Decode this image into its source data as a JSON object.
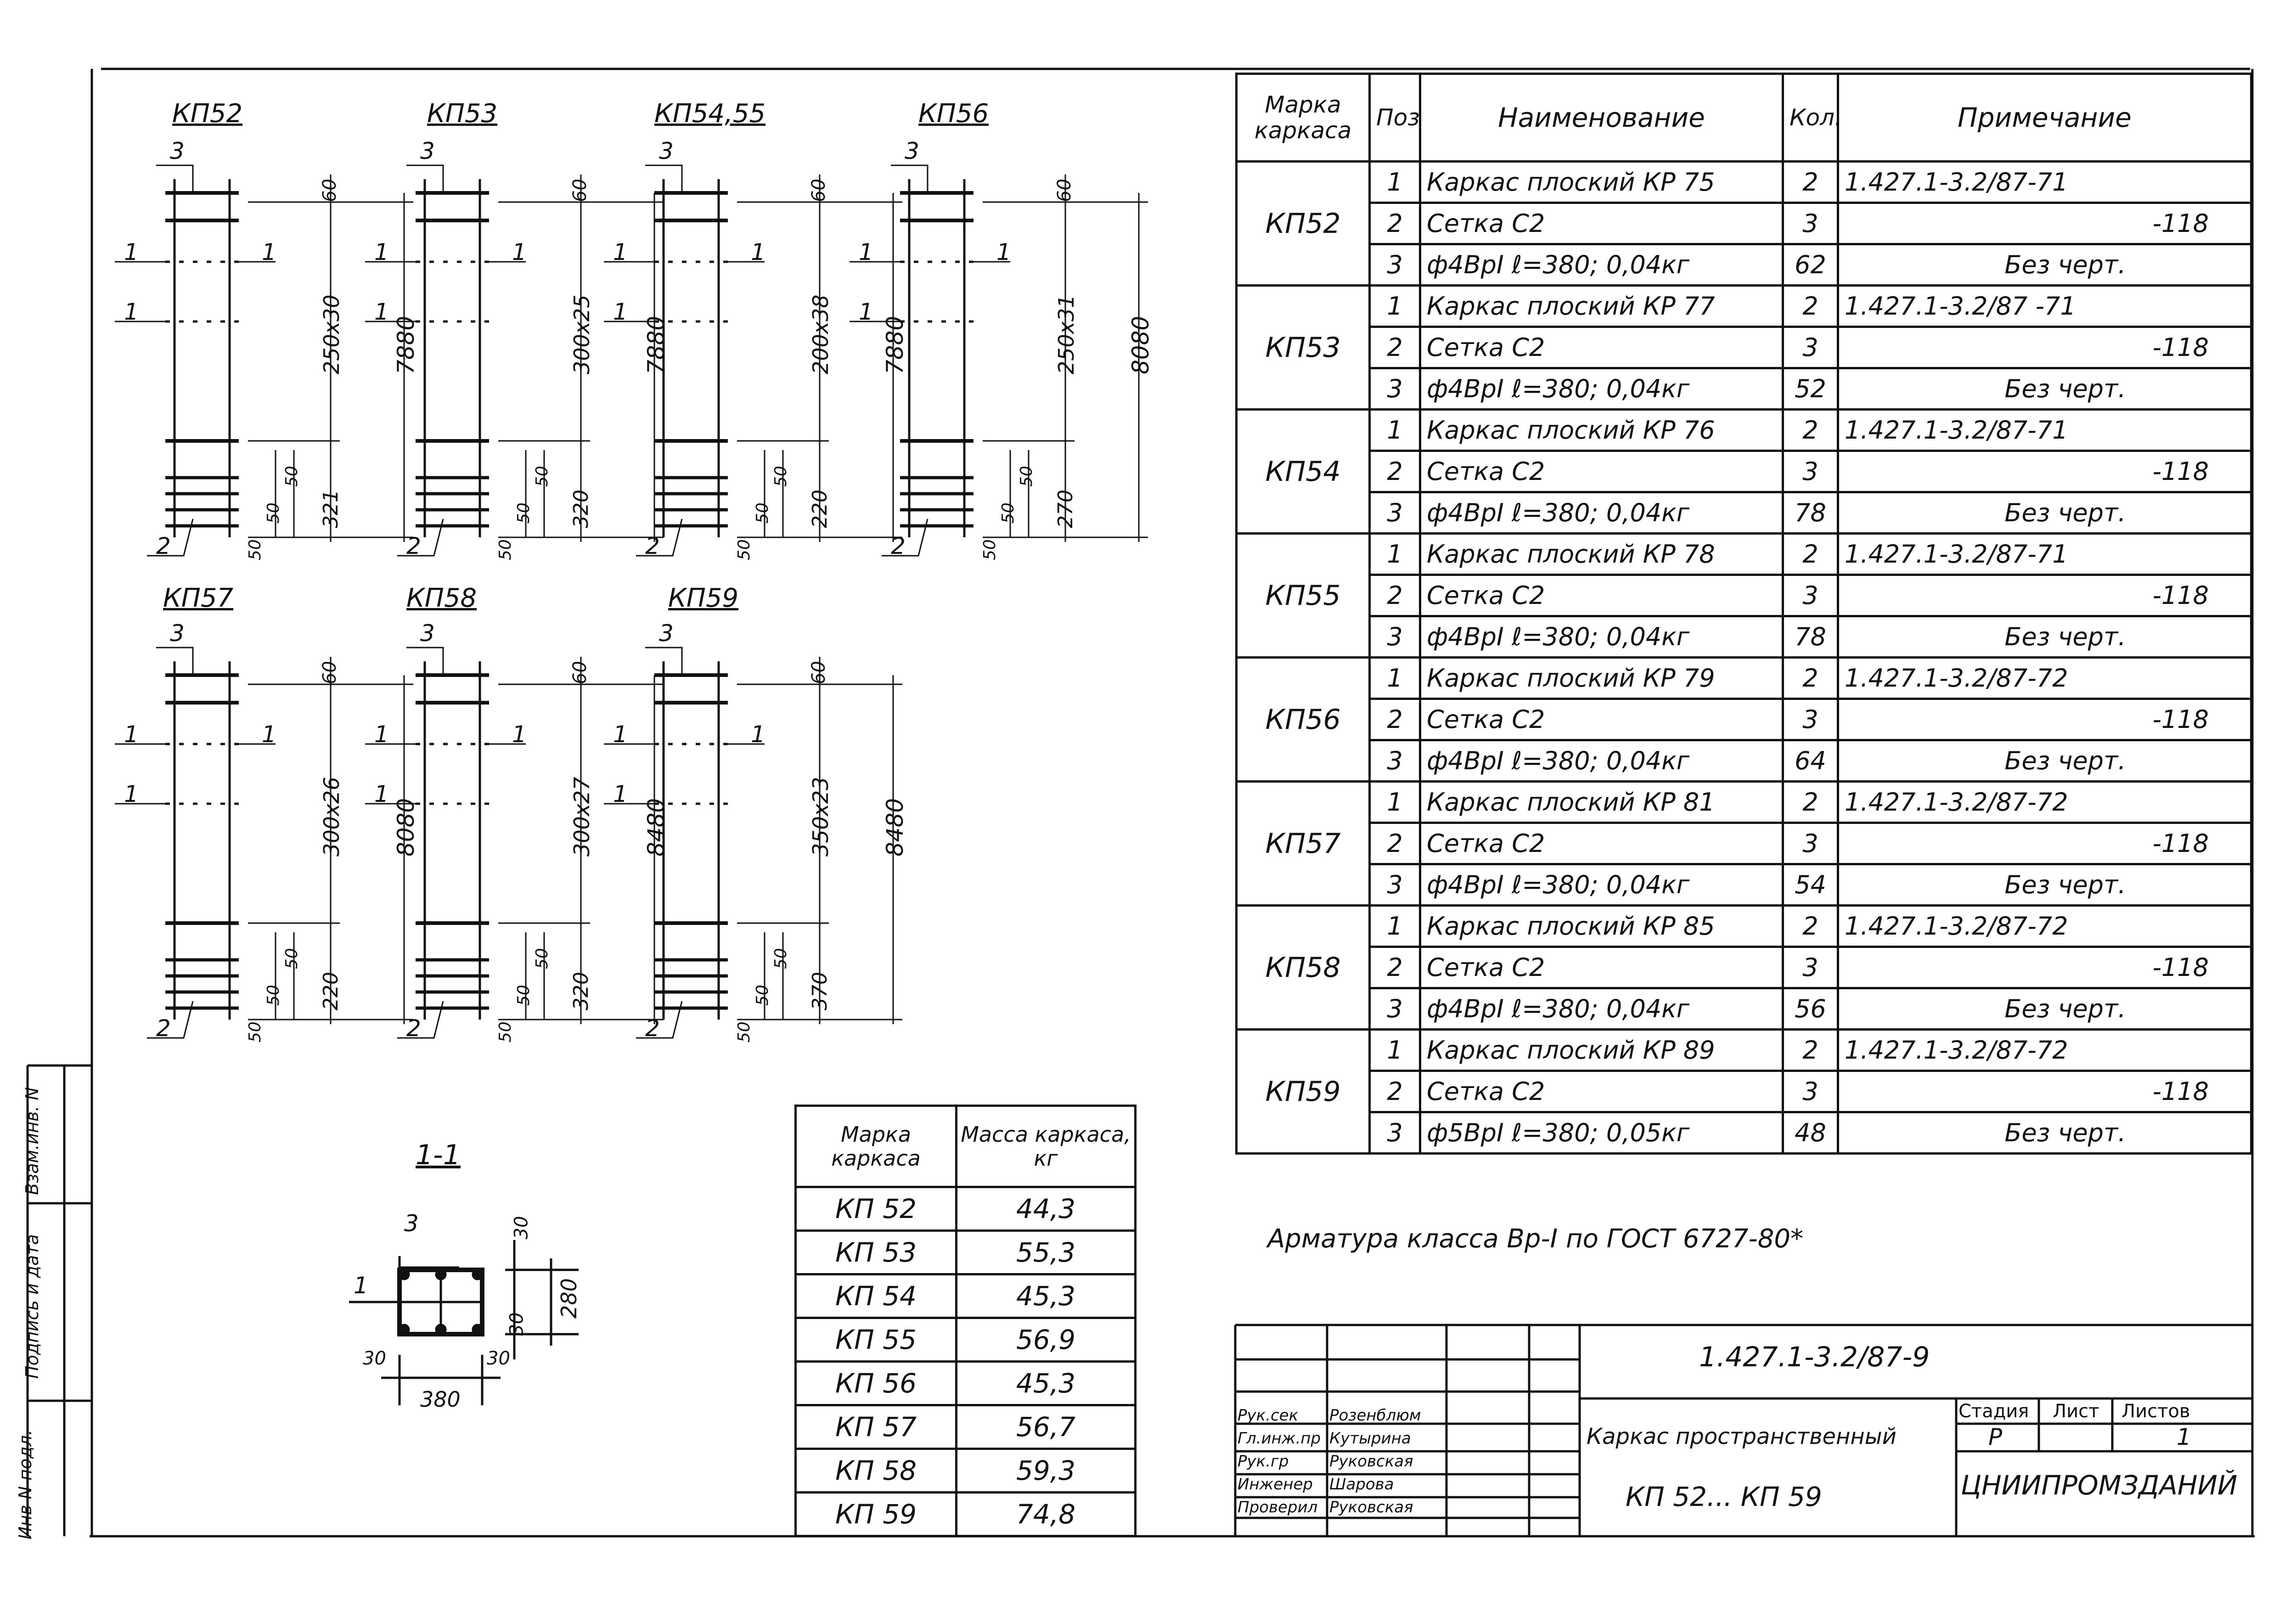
{
  "drawings": {
    "row1": [
      {
        "label": "КП52",
        "grid": "250x30",
        "total": "7880",
        "top": "60",
        "bottom": "321",
        "dim50a": "50",
        "dim50b": "50",
        "dim50c": "50"
      },
      {
        "label": "КП53",
        "grid": "300x25",
        "total": "7880",
        "top": "60",
        "bottom": "320",
        "dim50a": "50",
        "dim50b": "50",
        "dim50c": "50"
      },
      {
        "label": "КП54,55",
        "grid": "200x38",
        "total": "7880",
        "top": "60",
        "bottom": "220",
        "dim50a": "50",
        "dim50b": "50",
        "dim50c": "50"
      },
      {
        "label": "КП56",
        "grid": "250x31",
        "total": "8080",
        "top": "60",
        "bottom": "270",
        "dim50a": "50",
        "dim50b": "50",
        "dim50c": "50"
      }
    ],
    "row2": [
      {
        "label": "КП57",
        "grid": "300x26",
        "total": "8080",
        "top": "60",
        "bottom": "220",
        "dim50a": "50",
        "dim50b": "50",
        "dim50c": "50"
      },
      {
        "label": "КП58",
        "grid": "300x27",
        "total": "8480",
        "top": "60",
        "bottom": "320",
        "dim50a": "50",
        "dim50b": "50",
        "dim50c": "50"
      },
      {
        "label": "КП59",
        "grid": "350x23",
        "total": "8480",
        "top": "60",
        "bottom": "370",
        "dim50a": "50",
        "dim50b": "50",
        "dim50c": "50"
      }
    ],
    "callouts": {
      "one": "1",
      "two": "2",
      "three": "3"
    },
    "section": {
      "title": "1-1",
      "width": "380",
      "height": "280",
      "c30a": "30",
      "c30b": "30",
      "c30c": "30",
      "c30d": "30",
      "pos1": "1",
      "pos3": "3"
    }
  },
  "spec_table": {
    "headers": {
      "mark": "Марка каркаса",
      "pos": "Поз.",
      "name": "Наименование",
      "qty": "Кол.",
      "note": "Примечание"
    },
    "groups": [
      {
        "mark": "КП52",
        "rows": [
          {
            "pos": "1",
            "name": "Каркас плоский КР 75",
            "qty": "2",
            "note": "1.427.1-3.2/87-71"
          },
          {
            "pos": "2",
            "name": "Сетка С2",
            "qty": "3",
            "note": "-118"
          },
          {
            "pos": "3",
            "name": "ф4ВрI ℓ=380; 0,04кг",
            "qty": "62",
            "note": "Без черт."
          }
        ]
      },
      {
        "mark": "КП53",
        "rows": [
          {
            "pos": "1",
            "name": "Каркас плоский КР 77",
            "qty": "2",
            "note": "1.427.1-3.2/87 -71"
          },
          {
            "pos": "2",
            "name": "Сетка С2",
            "qty": "3",
            "note": "-118"
          },
          {
            "pos": "3",
            "name": "ф4ВрI ℓ=380; 0,04кг",
            "qty": "52",
            "note": "Без черт."
          }
        ]
      },
      {
        "mark": "КП54",
        "rows": [
          {
            "pos": "1",
            "name": "Каркас плоский КР 76",
            "qty": "2",
            "note": "1.427.1-3.2/87-71"
          },
          {
            "pos": "2",
            "name": "Сетка С2",
            "qty": "3",
            "note": "-118"
          },
          {
            "pos": "3",
            "name": "ф4ВрI ℓ=380; 0,04кг",
            "qty": "78",
            "note": "Без черт."
          }
        ]
      },
      {
        "mark": "КП55",
        "rows": [
          {
            "pos": "1",
            "name": "Каркас плоский КР 78",
            "qty": "2",
            "note": "1.427.1-3.2/87-71"
          },
          {
            "pos": "2",
            "name": "Сетка С2",
            "qty": "3",
            "note": "-118"
          },
          {
            "pos": "3",
            "name": "ф4ВрI ℓ=380; 0,04кг",
            "qty": "78",
            "note": "Без черт."
          }
        ]
      },
      {
        "mark": "КП56",
        "rows": [
          {
            "pos": "1",
            "name": "Каркас плоский КР 79",
            "qty": "2",
            "note": "1.427.1-3.2/87-72"
          },
          {
            "pos": "2",
            "name": "Сетка С2",
            "qty": "3",
            "note": "-118"
          },
          {
            "pos": "3",
            "name": "ф4ВрI ℓ=380; 0,04кг",
            "qty": "64",
            "note": "Без черт."
          }
        ]
      },
      {
        "mark": "КП57",
        "rows": [
          {
            "pos": "1",
            "name": "Каркас плоский КР 81",
            "qty": "2",
            "note": "1.427.1-3.2/87-72"
          },
          {
            "pos": "2",
            "name": "Сетка С2",
            "qty": "3",
            "note": "-118"
          },
          {
            "pos": "3",
            "name": "ф4ВрI ℓ=380; 0,04кг",
            "qty": "54",
            "note": "Без черт."
          }
        ]
      },
      {
        "mark": "КП58",
        "rows": [
          {
            "pos": "1",
            "name": "Каркас плоский КР 85",
            "qty": "2",
            "note": "1.427.1-3.2/87-72"
          },
          {
            "pos": "2",
            "name": "Сетка С2",
            "qty": "3",
            "note": "-118"
          },
          {
            "pos": "3",
            "name": "ф4ВрI ℓ=380; 0,04кг",
            "qty": "56",
            "note": "Без черт."
          }
        ]
      },
      {
        "mark": "КП59",
        "rows": [
          {
            "pos": "1",
            "name": "Каркас плоский КР 89",
            "qty": "2",
            "note": "1.427.1-3.2/87-72"
          },
          {
            "pos": "2",
            "name": "Сетка С2",
            "qty": "3",
            "note": "-118"
          },
          {
            "pos": "3",
            "name": "ф5ВрI ℓ=380; 0,05кг",
            "qty": "48",
            "note": "Без черт."
          }
        ]
      }
    ]
  },
  "note_text": "Арматура класса Вр-I по ГОСТ 6727-80*",
  "mass_table": {
    "headers": {
      "mark": "Марка каркаса",
      "mass": "Масса каркаса, кг"
    },
    "rows": [
      {
        "mark": "КП 52",
        "mass": "44,3"
      },
      {
        "mark": "КП 53",
        "mass": "55,3"
      },
      {
        "mark": "КП 54",
        "mass": "45,3"
      },
      {
        "mark": "КП 55",
        "mass": "56,9"
      },
      {
        "mark": "КП 56",
        "mass": "45,3"
      },
      {
        "mark": "КП 57",
        "mass": "56,7"
      },
      {
        "mark": "КП 58",
        "mass": "59,3"
      },
      {
        "mark": "КП 59",
        "mass": "74,8"
      }
    ]
  },
  "title_block": {
    "doc_code": "1.427.1-3.2/87-9",
    "title_line1": "Каркас пространственный",
    "title_line2": "КП 52... КП 59",
    "stage_label": "Стадия",
    "sheet_label": "Лист",
    "sheets_label": "Листов",
    "stage_value": "Р",
    "sheets_value": "1",
    "organization": "ЦНИИПРОМЗДАНИЙ",
    "staff": [
      {
        "role": "Рук.сек",
        "name": "Розенблюм"
      },
      {
        "role": "Гл.инж.пр",
        "name": "Кутырина"
      },
      {
        "role": "Рук.гр",
        "name": "Руковская"
      },
      {
        "role": "Инженер",
        "name": "Шарова"
      },
      {
        "role": "Проверил",
        "name": "Руковская"
      }
    ]
  },
  "side_stamp": {
    "cell1": "Инв N подл.",
    "cell2": "Подпись и дата",
    "cell3": "Взам.инв. N"
  }
}
